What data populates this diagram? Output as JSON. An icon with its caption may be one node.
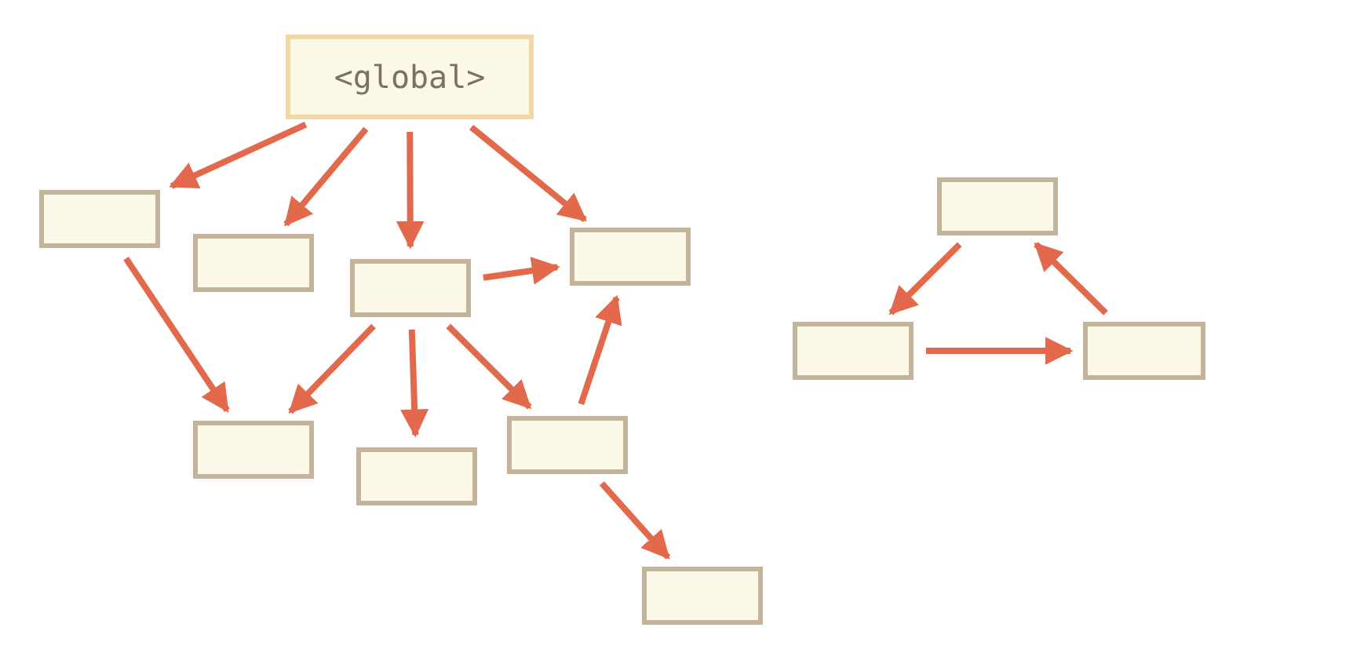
{
  "diagram": {
    "nodes": [
      {
        "text": [
          "<global>"
        ]
      },
      {
        "text": [],
        "shape": "box"
      },
      {
        "text": [],
        "shape": "box"
      },
      {
        "text": [],
        "shape": "box"
      },
      {
        "text": [],
        "shape": "box"
      },
      {
        "text": [],
        "shape": "box"
      },
      {
        "text": [],
        "shape": "box"
      },
      {
        "text": [],
        "shape": "box"
      },
      {
        "text": [],
        "shape": "box"
      },
      {
        "text": [],
        "shape": "box"
      },
      {
        "text": [],
        "shape": "box"
      },
      {
        "text": [],
        "shape": "box"
      }
    ],
    "edges": [
      {
        "from": 0,
        "to": 1,
        "arrow": "to"
      },
      {
        "from": 0,
        "to": 2,
        "arrow": "to"
      },
      {
        "from": 0,
        "to": 3,
        "arrow": "to"
      },
      {
        "from": 0,
        "to": 4,
        "arrow": "to"
      },
      {
        "from": 1,
        "to": 5,
        "arrow": "to"
      },
      {
        "from": 3,
        "to": 4,
        "arrow": "to"
      },
      {
        "from": 3,
        "to": 5,
        "arrow": "to"
      },
      {
        "from": 3,
        "to": 6,
        "arrow": "to"
      },
      {
        "from": 3,
        "to": 7,
        "arrow": "to"
      },
      {
        "from": 7,
        "to": 4,
        "arrow": "to"
      },
      {
        "from": 7,
        "to": 8,
        "arrow": "to"
      },
      {
        "from": 9,
        "to": 10,
        "arrow": "to"
      },
      {
        "from": 10,
        "to": 11,
        "arrow": "to"
      },
      {
        "from": 11,
        "to": 9,
        "arrow": "to"
      }
    ]
  }
}
